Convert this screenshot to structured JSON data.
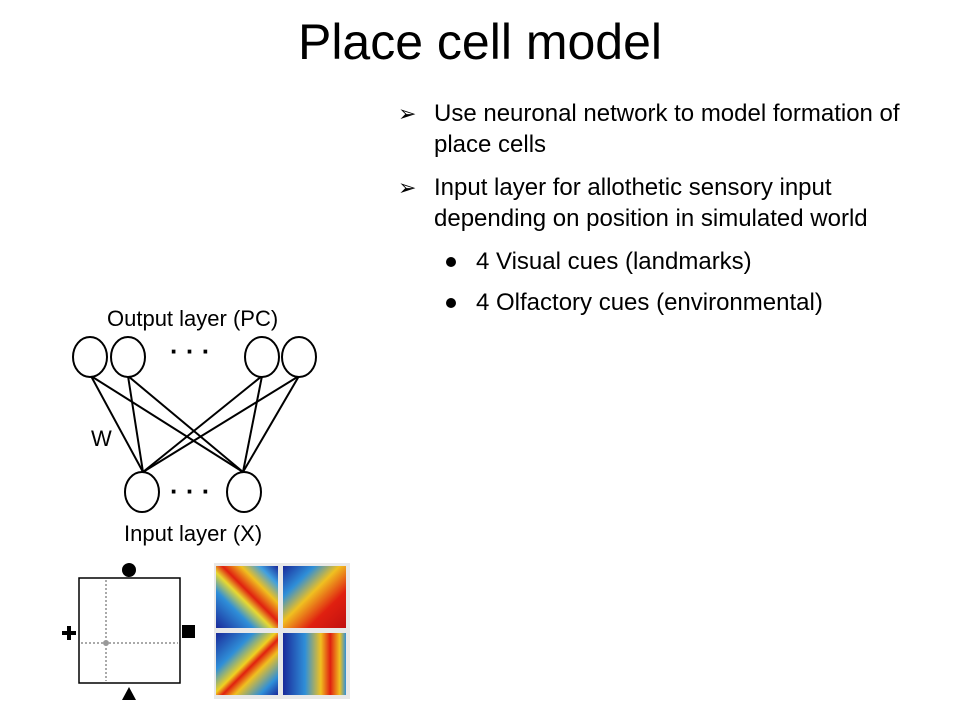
{
  "slide": {
    "title": "Place cell model",
    "bullets": [
      "Use neuronal network to model formation of place cells",
      "Input layer for allothetic sensory input depending on position in simulated world"
    ],
    "sub_bullets": [
      "4 Visual cues (landmarks)",
      "4 Olfactory cues (environmental)"
    ]
  },
  "network": {
    "output_label": "Output layer (PC)",
    "input_label": "Input layer (X)",
    "weight_label": "W",
    "ellipsis": "· · ·"
  },
  "colors": {
    "text": "#000000",
    "background": "#ffffff"
  }
}
